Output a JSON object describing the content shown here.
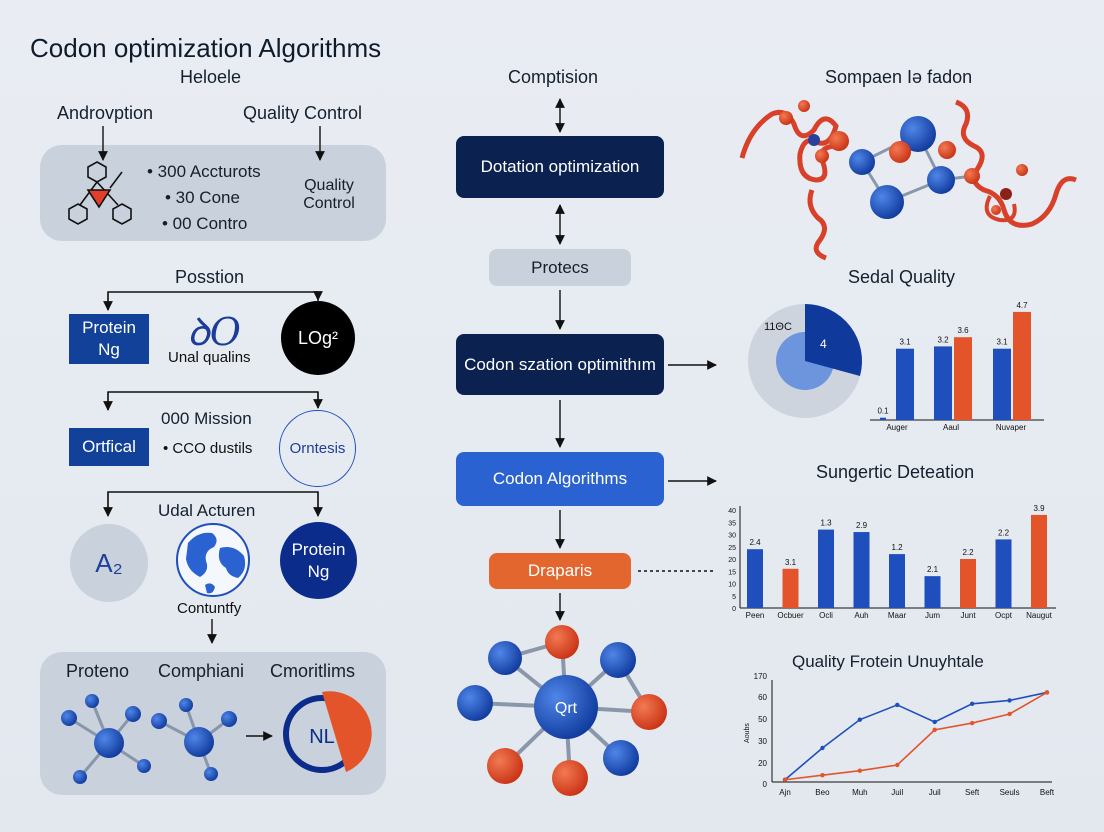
{
  "title": "Codon optimization Algorithms",
  "left": {
    "heading": "Heloele",
    "top_left_label": "Androvption",
    "top_right_label": "Quality Control",
    "panel1": {
      "bullets": [
        "• 300 Accturots",
        "• 30 Cone",
        "• 00 Contro"
      ],
      "qc_label": "Quality Control"
    },
    "position_label": "Posstion",
    "protein_box": "Protein Ng",
    "logo_text": "ꝺO",
    "unal_label": "Unal qualins",
    "log_circle": "LOg²",
    "mission_label": "000 Mission",
    "ortfical_box": "Ortfical",
    "cco_label": "• CCO dustils",
    "orntesis_circle": "Orntesis",
    "udal_label": "Udal Acturen",
    "a2_circle": "A₂",
    "contuntfy_label": "Contuntfy",
    "protein_circle": "Protein Ng",
    "bottom_labels": [
      "Proteno",
      "Comphiani",
      "Cmoritlims"
    ],
    "gauge_text": "NL"
  },
  "middle": {
    "top_label": "Comptision",
    "boxes": [
      "Dotation optimization",
      "Protecs",
      "Codon szation optimithım",
      "Codon Algorithms",
      "Draparis"
    ],
    "molecule_label": "Qrt"
  },
  "right": {
    "top_label": "Sompaen Iə fadon",
    "colors": {
      "blue": "#1f4fbd",
      "orange": "#e4542a",
      "navy": "#0b2150",
      "mid_blue": "#2a62d1",
      "orange_box": "#e4662f"
    },
    "chart1": {
      "type": "bar",
      "title": "Sedal Quality",
      "pie_label": "11ΘC",
      "pie_value": "4",
      "categories": [
        "Auger",
        "Aaul",
        "Nuvaper"
      ],
      "series": [
        {
          "values": [
            0.1,
            3.1,
            3.2,
            3.1
          ],
          "labels": [
            "0.1",
            "3.1",
            "3.2",
            "3.1"
          ]
        },
        {
          "values": [
            3.6,
            4.7
          ],
          "labels": [
            "3.6",
            "4.7"
          ]
        }
      ]
    },
    "chart2": {
      "type": "bar",
      "title": "Sungertic Deteation",
      "yticks": [
        "0",
        "5",
        "10",
        "15",
        "20",
        "25",
        "30",
        "35",
        "40"
      ],
      "categories": [
        "Peen",
        "Ocbuer",
        "Ocli",
        "Auh",
        "Maar",
        "Jum",
        "Junt",
        "Ocpt",
        "Naugut"
      ],
      "values": [
        24,
        16,
        32,
        31,
        22,
        13,
        20,
        28,
        38
      ],
      "labels": [
        "2.4",
        "3.1",
        "1.3",
        "2.9",
        "1.2",
        "2.1",
        "2.2",
        "2.2",
        "3.9"
      ],
      "colors": [
        "blue",
        "orange",
        "blue",
        "blue",
        "blue",
        "blue",
        "orange",
        "blue",
        "orange"
      ]
    },
    "chart3": {
      "type": "line",
      "title": "Quality Frotein Unuyhtale",
      "ylabel": "Aoubs",
      "yticks": [
        "0",
        "20",
        "30",
        "50",
        "60",
        "170"
      ],
      "categories": [
        "Ajn",
        "Beo",
        "Muh",
        "Juil",
        "Juil",
        "Seft",
        "Seuls",
        "Beft"
      ],
      "series": [
        {
          "color": "blue",
          "values": [
            2,
            30,
            55,
            68,
            53,
            69,
            72,
            79
          ]
        },
        {
          "color": "orange",
          "values": [
            2,
            6,
            10,
            15,
            46,
            52,
            60,
            79
          ]
        }
      ],
      "ylim": [
        0,
        90
      ]
    }
  }
}
